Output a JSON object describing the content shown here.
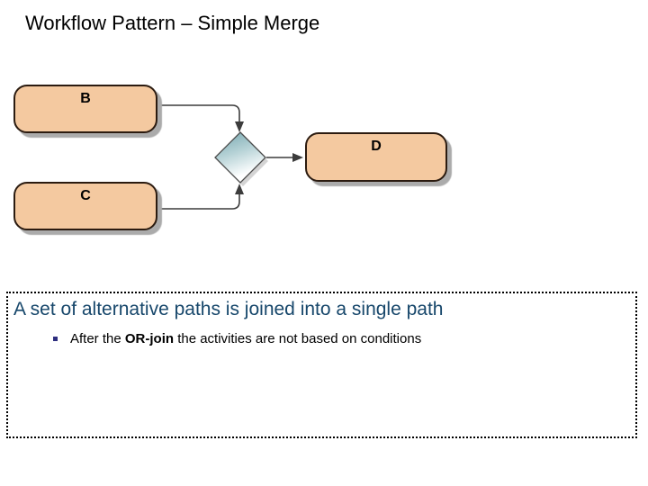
{
  "title": "Workflow Pattern – Simple Merge",
  "diagram": {
    "nodes": [
      {
        "id": "B",
        "label": "B"
      },
      {
        "id": "C",
        "label": "C"
      },
      {
        "id": "D",
        "label": "D"
      }
    ],
    "gateway": "or-join-diamond",
    "connectors": [
      {
        "from": "B",
        "to": "or-join-diamond"
      },
      {
        "from": "C",
        "to": "or-join-diamond"
      },
      {
        "from": "or-join-diamond",
        "to": "D"
      }
    ],
    "colors": {
      "node_fill": "#F4C9A0",
      "node_border": "#2B1B10",
      "node_shadow": "#ABABAB",
      "diamond_teal": "#79A9B1",
      "connector": "#3C3C3C"
    }
  },
  "note_box": {
    "heading": "A set of alternative paths is joined into a single path",
    "bullet": {
      "pre": "After the ",
      "bold": "OR-join",
      "post": " the activities are not based on conditions"
    },
    "colors": {
      "heading_text": "#17476B",
      "bullet_square": "#2D2E7F",
      "body_text": "#000000"
    }
  }
}
